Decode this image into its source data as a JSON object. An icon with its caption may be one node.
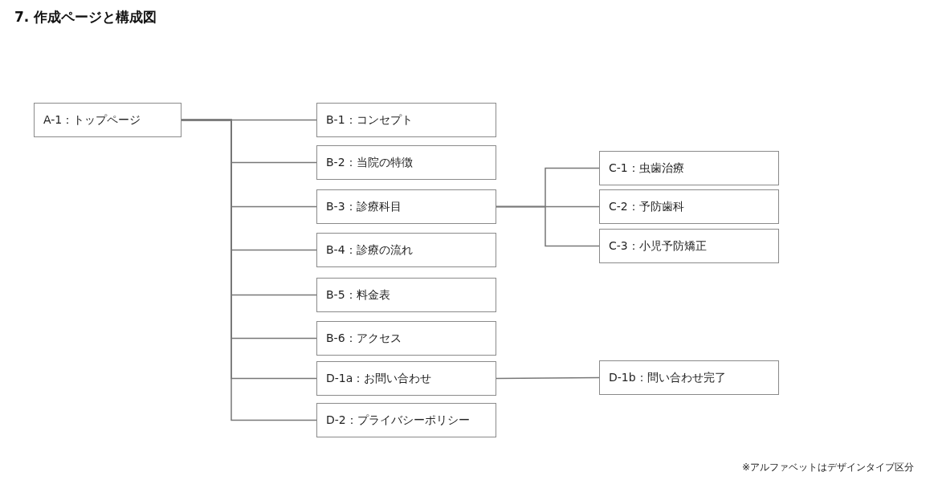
{
  "diagram": {
    "title": "7. 作成ページと構成図",
    "nodes": [
      {
        "text": [
          "A-1：トップページ"
        ]
      },
      {
        "text": [
          "B-1：コンセプト"
        ]
      },
      {
        "text": [
          "B-2：当院の特徴"
        ]
      },
      {
        "text": [
          "B-3：診療科目"
        ]
      },
      {
        "text": [
          "B-4：診療の流れ"
        ]
      },
      {
        "text": [
          "B-5：料金表"
        ]
      },
      {
        "text": [
          "B-6：アクセス"
        ]
      },
      {
        "text": [
          "D-1a：お問い合わせ"
        ]
      },
      {
        "text": [
          "D-2：プライバシーポリシー"
        ]
      },
      {
        "text": [
          "C-1：虫歯治療"
        ]
      },
      {
        "text": [
          "C-2：予防歯科"
        ]
      },
      {
        "text": [
          "C-3：小児予防矯正"
        ]
      },
      {
        "text": [
          "D-1b：問い合わせ完了"
        ]
      }
    ],
    "edges": [
      {
        "from": 0,
        "to": 1,
        "arrow": "none"
      },
      {
        "from": 0,
        "to": 2,
        "arrow": "none"
      },
      {
        "from": 0,
        "to": 3,
        "arrow": "none"
      },
      {
        "from": 0,
        "to": 4,
        "arrow": "none"
      },
      {
        "from": 0,
        "to": 5,
        "arrow": "none"
      },
      {
        "from": 0,
        "to": 6,
        "arrow": "none"
      },
      {
        "from": 0,
        "to": 7,
        "arrow": "none"
      },
      {
        "from": 0,
        "to": 8,
        "arrow": "none"
      },
      {
        "from": 3,
        "to": 9,
        "arrow": "none"
      },
      {
        "from": 3,
        "to": 10,
        "arrow": "none"
      },
      {
        "from": 3,
        "to": 11,
        "arrow": "none"
      },
      {
        "from": 7,
        "to": 12,
        "arrow": "none"
      }
    ],
    "labels": [
      "※アルファベットはデザインタイプ区分"
    ]
  }
}
